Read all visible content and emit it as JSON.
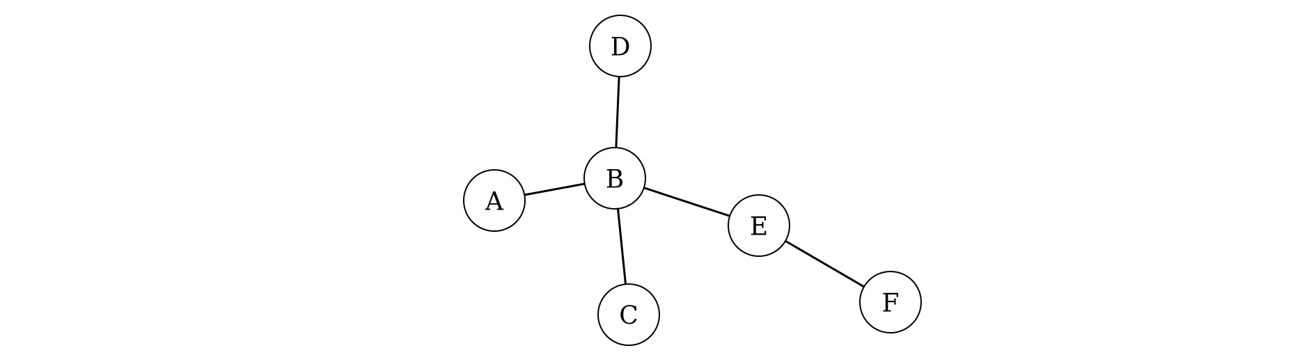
{
  "graph": {
    "type": "undirected-tree",
    "nodes": [
      {
        "id": "A",
        "label": "A"
      },
      {
        "id": "B",
        "label": "B"
      },
      {
        "id": "C",
        "label": "C"
      },
      {
        "id": "D",
        "label": "D"
      },
      {
        "id": "E",
        "label": "E"
      },
      {
        "id": "F",
        "label": "F"
      }
    ],
    "edges": [
      {
        "from": "B",
        "to": "D"
      },
      {
        "from": "A",
        "to": "B"
      },
      {
        "from": "B",
        "to": "C"
      },
      {
        "from": "B",
        "to": "E"
      },
      {
        "from": "E",
        "to": "F"
      }
    ]
  }
}
